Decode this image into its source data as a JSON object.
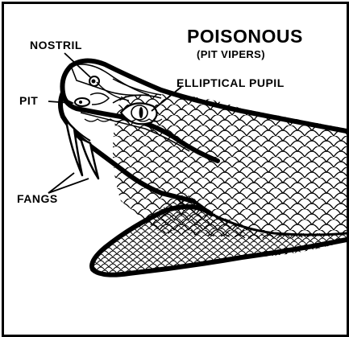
{
  "figure": {
    "title": "POISONOUS",
    "subtitle": "(PIT VIPERS)",
    "labels": {
      "nostril": "NOSTRIL",
      "pit": "PIT",
      "pupil": "ELLIPTICAL PUPIL",
      "fangs": "FANGS"
    },
    "colors": {
      "ink": "#000000",
      "paper": "#ffffff"
    }
  }
}
